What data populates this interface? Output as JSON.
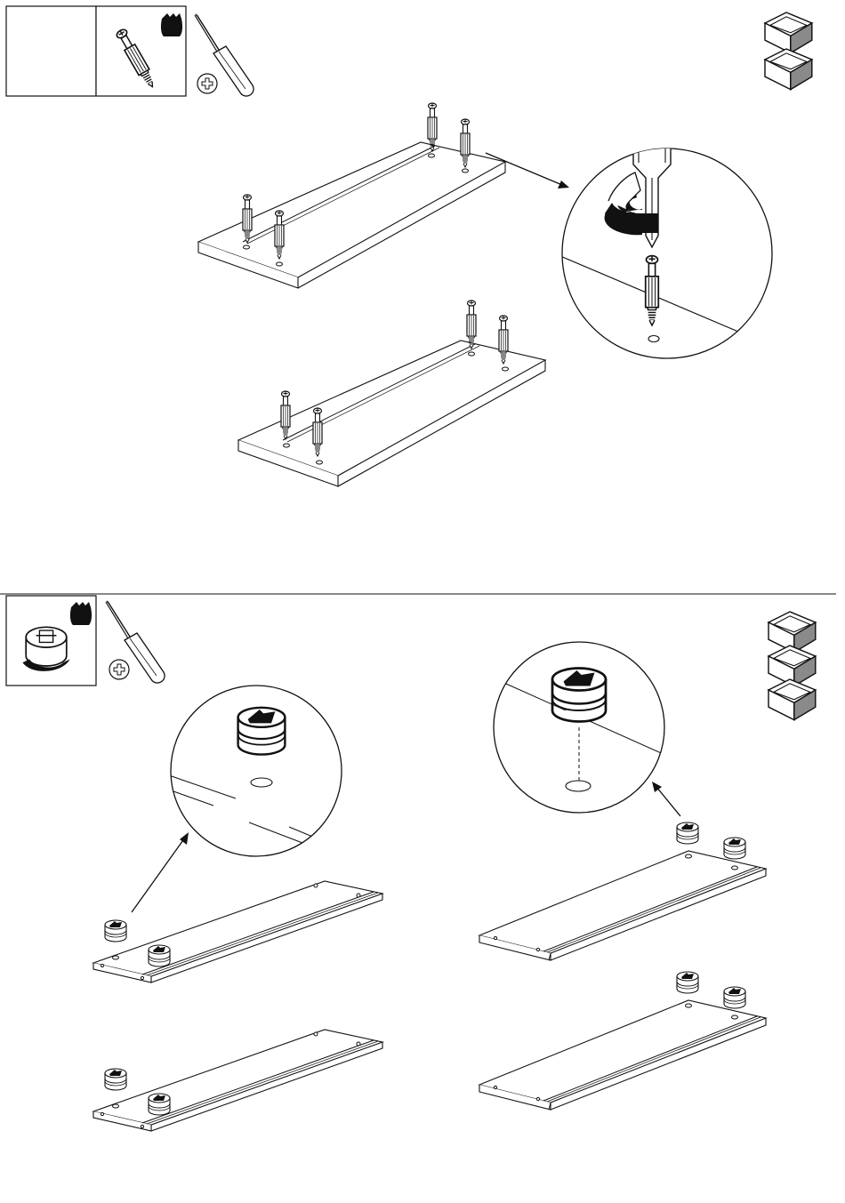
{
  "page": {
    "background": "#ffffff",
    "ink": "#111111",
    "shade": "#8a8a8a"
  },
  "step1": {
    "parts_box": {
      "count_label": "",
      "part_icon": "cam-dowel-bolt-icon",
      "bag_icon": "hardware-bag-icon",
      "tool_icon": "phillips-screwdriver-icon",
      "bit_icon": "phillips-bit-icon"
    },
    "quantity_icon": "drawer-box-icon",
    "quantity": 2,
    "panels": 2,
    "bolts_per_panel": 4,
    "detail": "screw-in-bolt-detail"
  },
  "step2": {
    "parts_box": {
      "part_icon": "cam-lock-icon",
      "bag_icon": "hardware-bag-icon",
      "tool_icon": "phillips-screwdriver-icon",
      "bit_icon": "phillips-bit-icon"
    },
    "quantity_icon": "drawer-box-icon",
    "quantity": 3,
    "panel_groups": 2,
    "panels_per_group": 2,
    "cams_per_panel": 2,
    "details": [
      "insert-cam-lock-detail-left",
      "insert-cam-lock-detail-right"
    ]
  }
}
